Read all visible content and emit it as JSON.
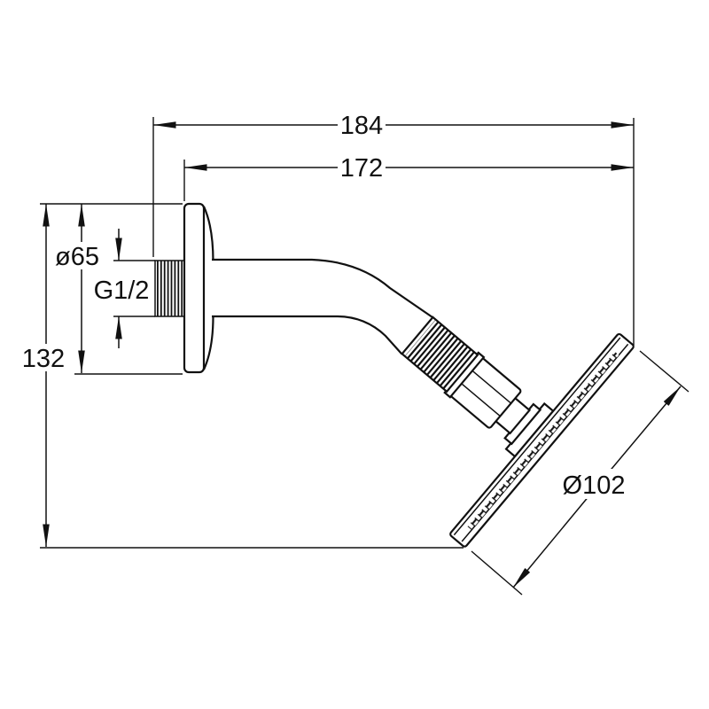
{
  "drawing": {
    "type": "technical-dimension-drawing",
    "subject": "overhead shower head with wall-mount arm, side view",
    "labels": {
      "overall_length": "184",
      "arm_projection": "172",
      "flange_diameter": "ø65",
      "thread_size": "G1/2",
      "height": "132",
      "head_diameter": "Ø102"
    },
    "colors": {
      "ink": "#111111",
      "background": "#ffffff"
    }
  }
}
